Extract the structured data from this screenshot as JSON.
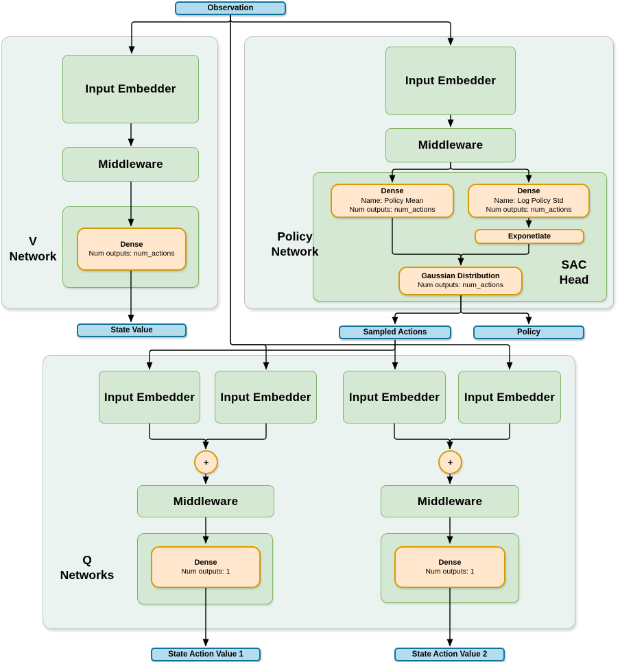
{
  "observation": {
    "label": "Observation"
  },
  "v_network": {
    "label_line1": "V",
    "label_line2": "Network",
    "input_embedder": "Input Embedder",
    "middleware": "Middleware",
    "dense": {
      "title": "Dense",
      "outputs": "Num outputs: num_actions"
    },
    "output": {
      "label": "State Value"
    }
  },
  "policy_network": {
    "label_line1": "Policy",
    "label_line2": "Network",
    "input_embedder": "Input Embedder",
    "middleware": "Middleware",
    "sac_head": {
      "label_line1": "SAC",
      "label_line2": "Head",
      "dense_policy_mean": {
        "title": "Dense",
        "name": "Name: Policy Mean",
        "outputs": "Num outputs: num_actions"
      },
      "dense_log_policy_std": {
        "title": "Dense",
        "name": "Name: Log Policy Std",
        "outputs": "Num outputs: num_actions"
      },
      "exponentiate": {
        "label": "Exponetiate"
      },
      "gaussian_distribution": {
        "title": "Gaussian Distribution",
        "outputs": "Num outputs: num_actions"
      }
    },
    "outputs": {
      "sampled_actions": "Sampled Actions",
      "policy": "Policy"
    }
  },
  "q_networks": {
    "label_line1": "Q",
    "label_line2": "Networks",
    "q1": {
      "input_embedder_left": "Input Embedder",
      "input_embedder_right": "Input Embedder",
      "plus": "+",
      "middleware": "Middleware",
      "dense": {
        "title": "Dense",
        "outputs": "Num outputs: 1"
      },
      "output": {
        "label": "State Action Value 1"
      }
    },
    "q2": {
      "input_embedder_left": "Input Embedder",
      "input_embedder_right": "Input Embedder",
      "plus": "+",
      "middleware": "Middleware",
      "dense": {
        "title": "Dense",
        "outputs": "Num outputs: 1"
      },
      "output": {
        "label": "State Action Value 2"
      }
    }
  },
  "colors": {
    "node_blue_fill": "#B3DCEE",
    "node_blue_stroke": "#10739E",
    "node_green_fill": "#D5E8D4",
    "node_green_stroke": "#82B366",
    "node_orange_fill": "#FFE6CC",
    "node_orange_stroke": "#D79B00",
    "panel_fill": "#EBF3F1",
    "panel_stroke": "#BCC3C2",
    "edge_color": "#000000"
  }
}
